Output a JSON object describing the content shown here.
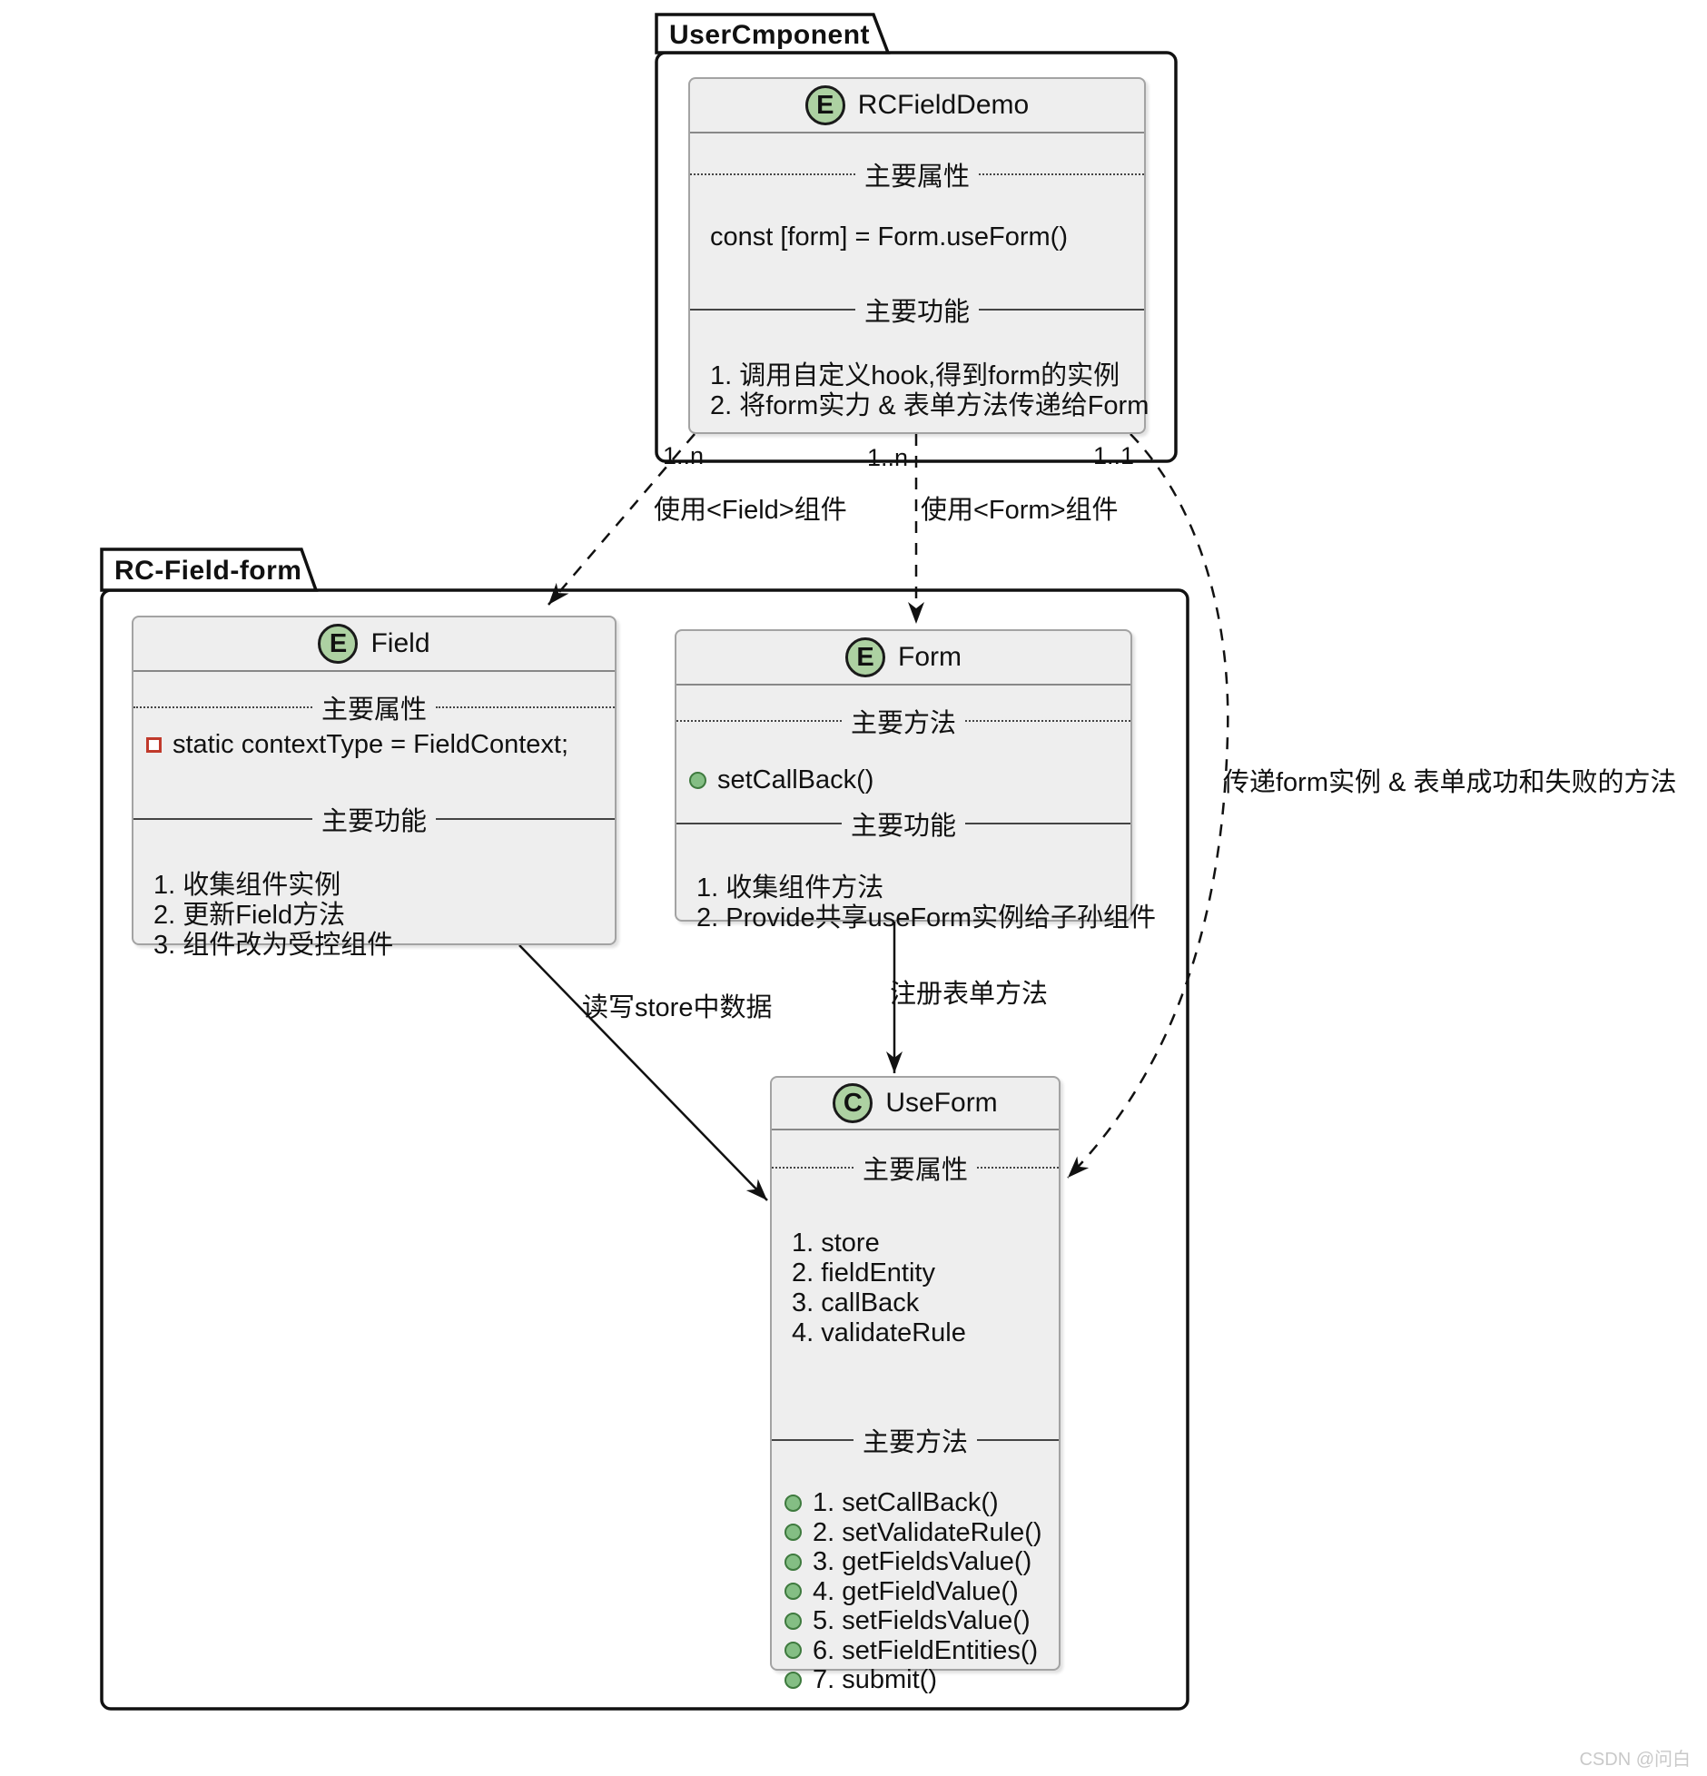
{
  "diagram": {
    "packages": {
      "user_component": {
        "title": "UserCmponent"
      },
      "rc_field_form": {
        "title": "RC-Field-form"
      }
    },
    "classes": {
      "rcfielddemo": {
        "badge": "E",
        "name": "RCFieldDemo",
        "attrs_title": "主要属性",
        "attrs": [
          "const [form] = Form.useForm()"
        ],
        "funcs_title": "主要功能",
        "funcs": [
          "1. 调用自定义hook,得到form的实例",
          "2. 将form实力 & 表单方法传递给Form"
        ]
      },
      "field": {
        "badge": "E",
        "name": "Field",
        "attrs_title": "主要属性",
        "attr_static": "static contextType = FieldContext;",
        "funcs_title": "主要功能",
        "funcs": [
          "1. 收集组件实例",
          "2. 更新Field方法",
          "3. 组件改为受控组件"
        ]
      },
      "form": {
        "badge": "E",
        "name": "Form",
        "methods_title": "主要方法",
        "methods": [
          "setCallBack()"
        ],
        "funcs_title": "主要功能",
        "funcs": [
          "1. 收集组件方法",
          "2. Provide共享useForm实例给子孙组件"
        ]
      },
      "useform": {
        "badge": "C",
        "name": "UseForm",
        "attrs_title": "主要属性",
        "attrs": [
          "1. store",
          "2. fieldEntity",
          "3. callBack",
          "4. validateRule"
        ],
        "methods_title": "主要方法",
        "methods": [
          "1. setCallBack()",
          "2. setValidateRule()",
          "3. getFieldsValue()",
          "4. getFieldValue()",
          "5. setFieldsValue()",
          "6. setFieldEntities()",
          "7. submit()"
        ]
      }
    },
    "edges": {
      "use_field": {
        "label": "使用<Field>组件",
        "multiplicity": "1..n"
      },
      "use_form": {
        "label": "使用<Form>组件",
        "multiplicity": "1..n"
      },
      "pass_form": {
        "label": "传递form实例 & 表单成功和失败的方法",
        "multiplicity": "1..1"
      },
      "rw_store": {
        "label": "读写store中数据"
      },
      "register": {
        "label": "注册表单方法"
      }
    },
    "colors": {
      "badge_green": "#ADD1A2",
      "method_dot_green": "#84BE84",
      "private_red": "#C0392B",
      "box_fill": "#EEEEEE"
    },
    "watermark": "CSDN @问白"
  }
}
